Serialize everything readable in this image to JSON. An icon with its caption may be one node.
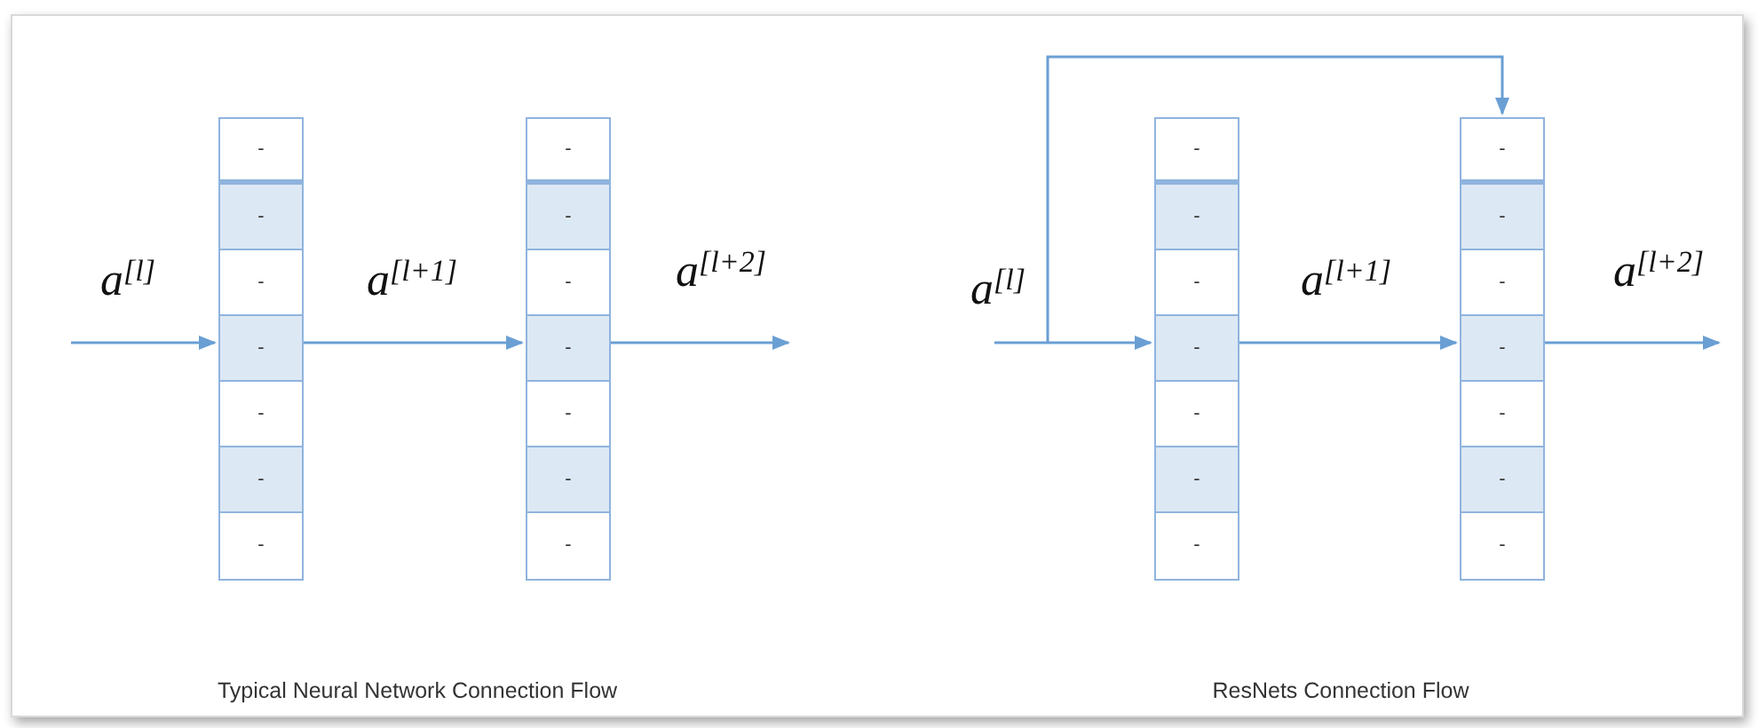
{
  "diagram": {
    "nodes": [
      {
        "text": [],
        "shape": "box"
      },
      {
        "text": [
          "-"
        ],
        "in": 0
      },
      {
        "text": [
          "-"
        ],
        "in": 0
      },
      {
        "text": [
          "-"
        ],
        "in": 0
      },
      {
        "text": [
          "-"
        ],
        "in": 0
      },
      {
        "text": [
          "-"
        ],
        "in": 0
      },
      {
        "text": [
          "-"
        ],
        "in": 0
      },
      {
        "text": [
          "-"
        ],
        "in": 0
      },
      {
        "text": [],
        "shape": "box"
      },
      {
        "text": [
          "-"
        ],
        "in": 8
      },
      {
        "text": [
          "-"
        ],
        "in": 8
      },
      {
        "text": [
          "-"
        ],
        "in": 8
      },
      {
        "text": [
          "-"
        ],
        "in": 8
      },
      {
        "text": [
          "-"
        ],
        "in": 8
      },
      {
        "text": [
          "-"
        ],
        "in": 8
      },
      {
        "text": [
          "-"
        ],
        "in": 8
      },
      {
        "text": [],
        "shape": "box"
      },
      {
        "text": [
          "-"
        ],
        "in": 16
      },
      {
        "text": [
          "-"
        ],
        "in": 16
      },
      {
        "text": [
          "-"
        ],
        "in": 16
      },
      {
        "text": [
          "-"
        ],
        "in": 16
      },
      {
        "text": [
          "-"
        ],
        "in": 16
      },
      {
        "text": [
          "-"
        ],
        "in": 16
      },
      {
        "text": [
          "-"
        ],
        "in": 16
      },
      {
        "text": [],
        "shape": "box"
      },
      {
        "text": [
          "-"
        ],
        "in": 24
      },
      {
        "text": [
          "-"
        ],
        "in": 24
      },
      {
        "text": [
          "-"
        ],
        "in": 24
      },
      {
        "text": [
          "-"
        ],
        "in": 24
      },
      {
        "text": [
          "-"
        ],
        "in": 24
      },
      {
        "text": [
          "-"
        ],
        "in": 24
      },
      {
        "text": [
          "-"
        ],
        "in": 24
      }
    ],
    "edges": [
      {
        "from": null,
        "to": 0,
        "arrow": "to",
        "label": "a$^{[l]}$"
      },
      {
        "from": 0,
        "to": 8,
        "arrow": "to",
        "label": "a$^{[l+1]}$"
      },
      {
        "from": 8,
        "to": null,
        "arrow": "to",
        "label": "a$^{[l+2]}$"
      },
      {
        "from": null,
        "to": 16,
        "arrow": "to",
        "label": "a$^{[l]}$"
      },
      {
        "from": null,
        "to": 24,
        "arrow": "to"
      },
      {
        "from": 16,
        "to": 24,
        "arrow": "to",
        "label": "a$^{[l+1]}$"
      },
      {
        "from": 24,
        "to": null,
        "arrow": "to",
        "label": "a$^{[l+2]}$"
      }
    ],
    "labels": [
      "Typical Neural Network Connection Flow",
      "ResNets Connection Flow"
    ]
  }
}
